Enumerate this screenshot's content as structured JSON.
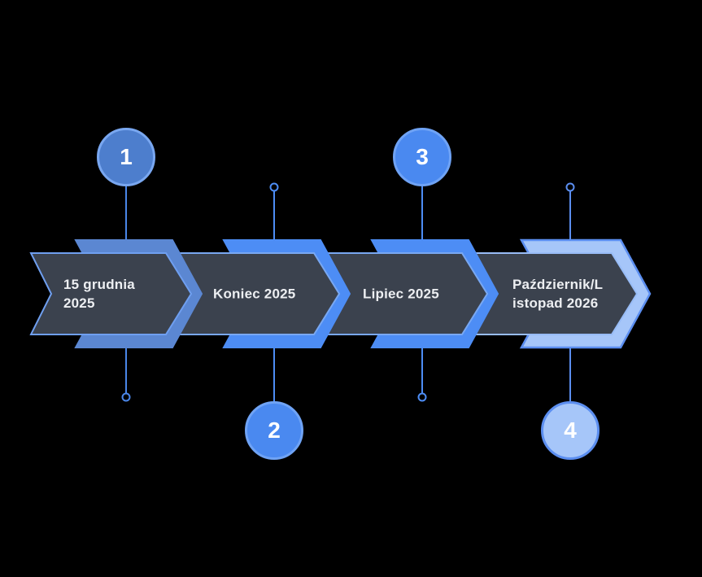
{
  "canvas": {
    "background": "#000000",
    "panel_fill": "#3b424e",
    "text_color": "#edeff2",
    "number_color": "#ffffff"
  },
  "steps": [
    {
      "number": "1",
      "label": "15 grudnia\n2025",
      "circle_position": "top",
      "accent": "#5b87d2",
      "chevron_stroke": "#5b87d2",
      "panel_stroke": "#6f9ff0",
      "line_color": "#4a86e8",
      "circle_fill": "#4d7ecd",
      "circle_border": "#79a7f0"
    },
    {
      "number": "2",
      "label": "Koniec 2025",
      "circle_position": "bottom",
      "accent": "#4d8df5",
      "chevron_stroke": "#4d8df5",
      "panel_stroke": "#79a8f2",
      "line_color": "#4d8df5",
      "circle_fill": "#4a89f0",
      "circle_border": "#6fa3f5"
    },
    {
      "number": "3",
      "label": "Lipiec 2025",
      "circle_position": "top",
      "accent": "#4d8df5",
      "chevron_stroke": "#4d8df5",
      "panel_stroke": "#79a8f2",
      "line_color": "#4d8df5",
      "circle_fill": "#4a89f0",
      "circle_border": "#6fa3f5"
    },
    {
      "number": "4",
      "label": "Październik/L\nistopad 2026",
      "circle_position": "bottom",
      "accent": "#a6c6f9",
      "chevron_stroke": "#5b8ef0",
      "panel_stroke": "#98bcf6",
      "line_color": "#5b8ef0",
      "circle_fill": "#a6c6f9",
      "circle_border": "#5b8ef0"
    }
  ]
}
